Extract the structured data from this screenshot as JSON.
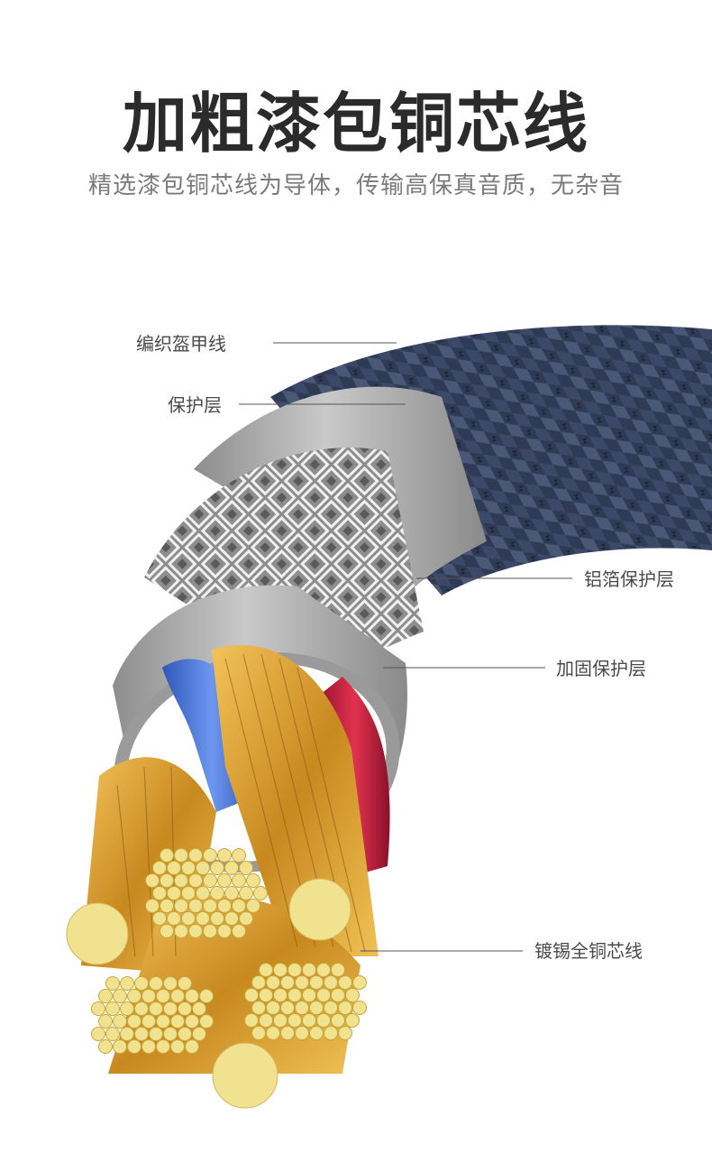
{
  "heading": {
    "title": "加粗漆包铜芯线",
    "subtitle": "精选漆包铜芯线为导体，传输高保真音质，无杂音"
  },
  "callouts": {
    "braid": "编织盔甲线",
    "protective_layer": "保护层",
    "foil_shield": "铝箔保护层",
    "reinforced_layer": "加固保护层",
    "copper_core": "镀锡全铜芯线"
  },
  "colors": {
    "braid": "#2f3a55",
    "sheath": "#a9a9a9",
    "foil": "#8f8f8f",
    "inner_sheath": "#b4b4b4",
    "wire_blue": "#3f6fd0",
    "wire_red": "#c8213f",
    "copper": "#d9a63a",
    "strand_end": "#f1e28f"
  }
}
